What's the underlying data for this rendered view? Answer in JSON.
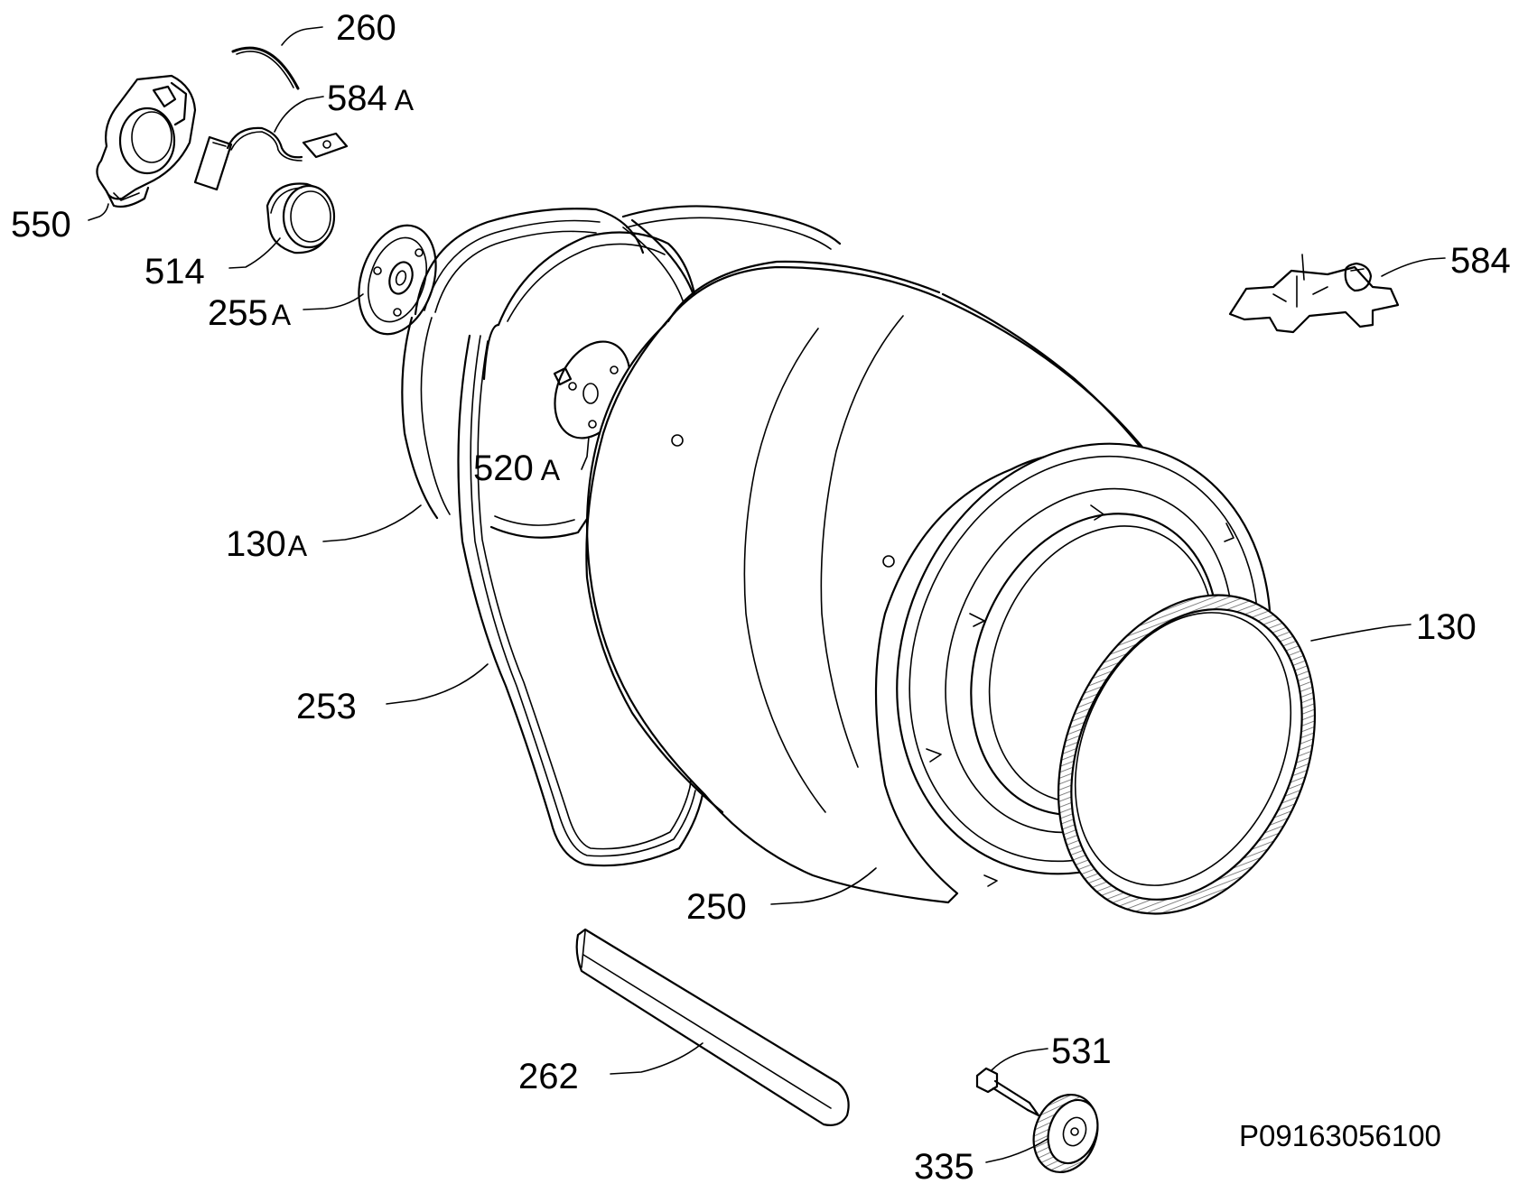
{
  "diagram_code": "P09163056100",
  "callouts": [
    {
      "id": "p260",
      "number": "260",
      "suffix": ""
    },
    {
      "id": "p584a",
      "number": "584",
      "suffix": "A"
    },
    {
      "id": "p550",
      "number": "550",
      "suffix": ""
    },
    {
      "id": "p514",
      "number": "514",
      "suffix": ""
    },
    {
      "id": "p255a",
      "number": "255",
      "suffix": "A"
    },
    {
      "id": "p584",
      "number": "584",
      "suffix": ""
    },
    {
      "id": "p520a",
      "number": "520",
      "suffix": "A"
    },
    {
      "id": "p130a",
      "number": "130",
      "suffix": "A"
    },
    {
      "id": "p130",
      "number": "130",
      "suffix": ""
    },
    {
      "id": "p253",
      "number": "253",
      "suffix": ""
    },
    {
      "id": "p250",
      "number": "250",
      "suffix": ""
    },
    {
      "id": "p262",
      "number": "262",
      "suffix": ""
    },
    {
      "id": "p531",
      "number": "531",
      "suffix": ""
    },
    {
      "id": "p335",
      "number": "335",
      "suffix": ""
    }
  ]
}
